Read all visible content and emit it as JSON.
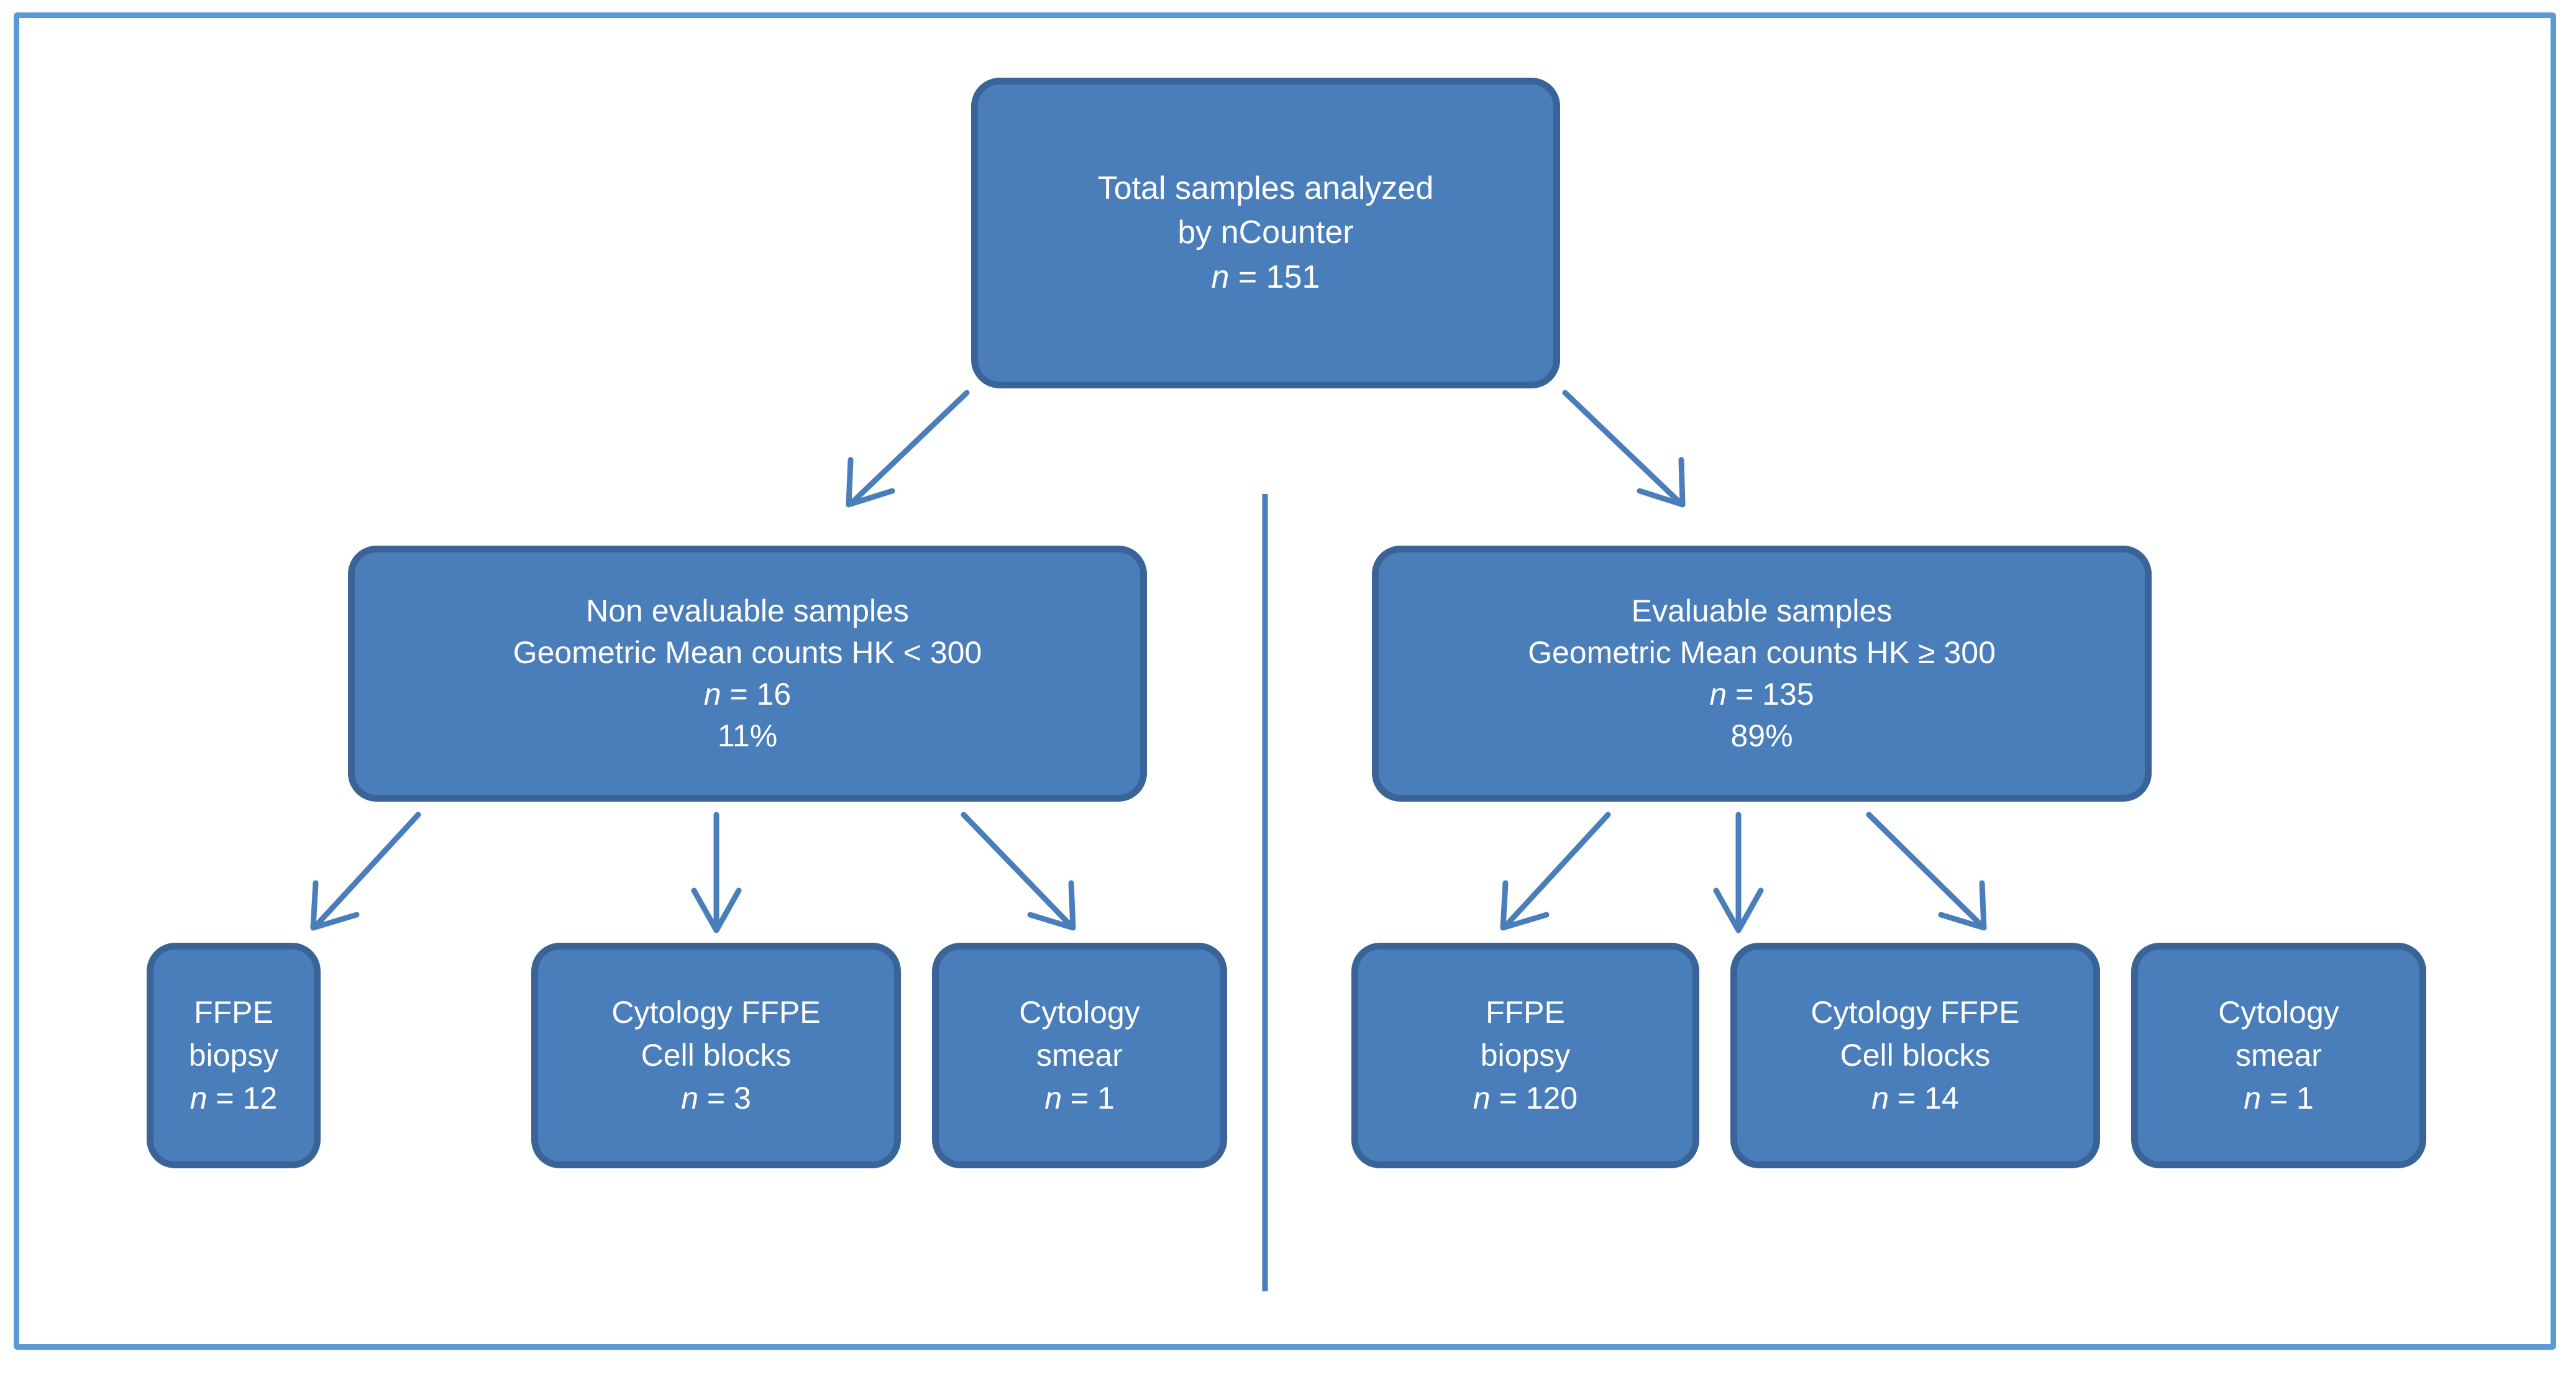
{
  "figure": {
    "type": "flowchart",
    "orientation": "top-down",
    "frame_color": "#5b9bd5",
    "node_fill": "#4a7ebb",
    "node_border": "#3a6498",
    "connector_color": "#4a7ebb",
    "text_color": "#ffffff"
  },
  "nodes": {
    "root": {
      "id": "total-samples",
      "line1": "Total samples analyzed",
      "line2": "by nCounter",
      "n_prefix": "n",
      "n_value": " = 151",
      "n_label": "n = 151",
      "count": 151
    },
    "non_evaluable": {
      "id": "non-evaluable-samples",
      "line1": "Non evaluable samples",
      "line2": "Geometric Mean counts  HK < 300",
      "n_prefix": "n",
      "n_value": " = 16",
      "n_label": "n = 16",
      "count": 16,
      "percent": "11%"
    },
    "evaluable": {
      "id": "evaluable-samples",
      "line1": "Evaluable samples",
      "line2": "Geometric Mean counts  HK ≥ 300",
      "n_prefix": "n",
      "n_value": " = 135",
      "n_label": "n = 135",
      "count": 135,
      "percent": "89%"
    }
  },
  "leaves": {
    "non_evaluable": [
      {
        "id": "non-evaluable-ffpe-biopsy",
        "line1": "FFPE",
        "line2": "biopsy",
        "n_prefix": "n",
        "n_value": " = 12",
        "n_label": "n = 12",
        "count": 12
      },
      {
        "id": "non-evaluable-cytology-ffpe-cell-blocks",
        "line1": "Cytology FFPE",
        "line2": "Cell blocks",
        "n_prefix": "n",
        "n_value": " = 3",
        "n_label": "n = 3",
        "count": 3
      },
      {
        "id": "non-evaluable-cytology-smear",
        "line1": "Cytology",
        "line2": "smear",
        "n_prefix": "n",
        "n_value": " = 1",
        "n_label": "n = 1",
        "count": 1
      }
    ],
    "evaluable": [
      {
        "id": "evaluable-ffpe-biopsy",
        "line1": "FFPE",
        "line2": "biopsy",
        "n_prefix": "n",
        "n_value": " = 120",
        "n_label": "n = 120",
        "count": 120
      },
      {
        "id": "evaluable-cytology-ffpe-cell-blocks",
        "line1": "Cytology FFPE",
        "line2": "Cell blocks",
        "n_prefix": "n",
        "n_value": " = 14",
        "n_label": "n = 14",
        "count": 14
      },
      {
        "id": "evaluable-cytology-smear",
        "line1": "Cytology",
        "line2": "smear",
        "n_prefix": "n",
        "n_value": " = 1",
        "n_label": "n = 1",
        "count": 1
      }
    ]
  }
}
